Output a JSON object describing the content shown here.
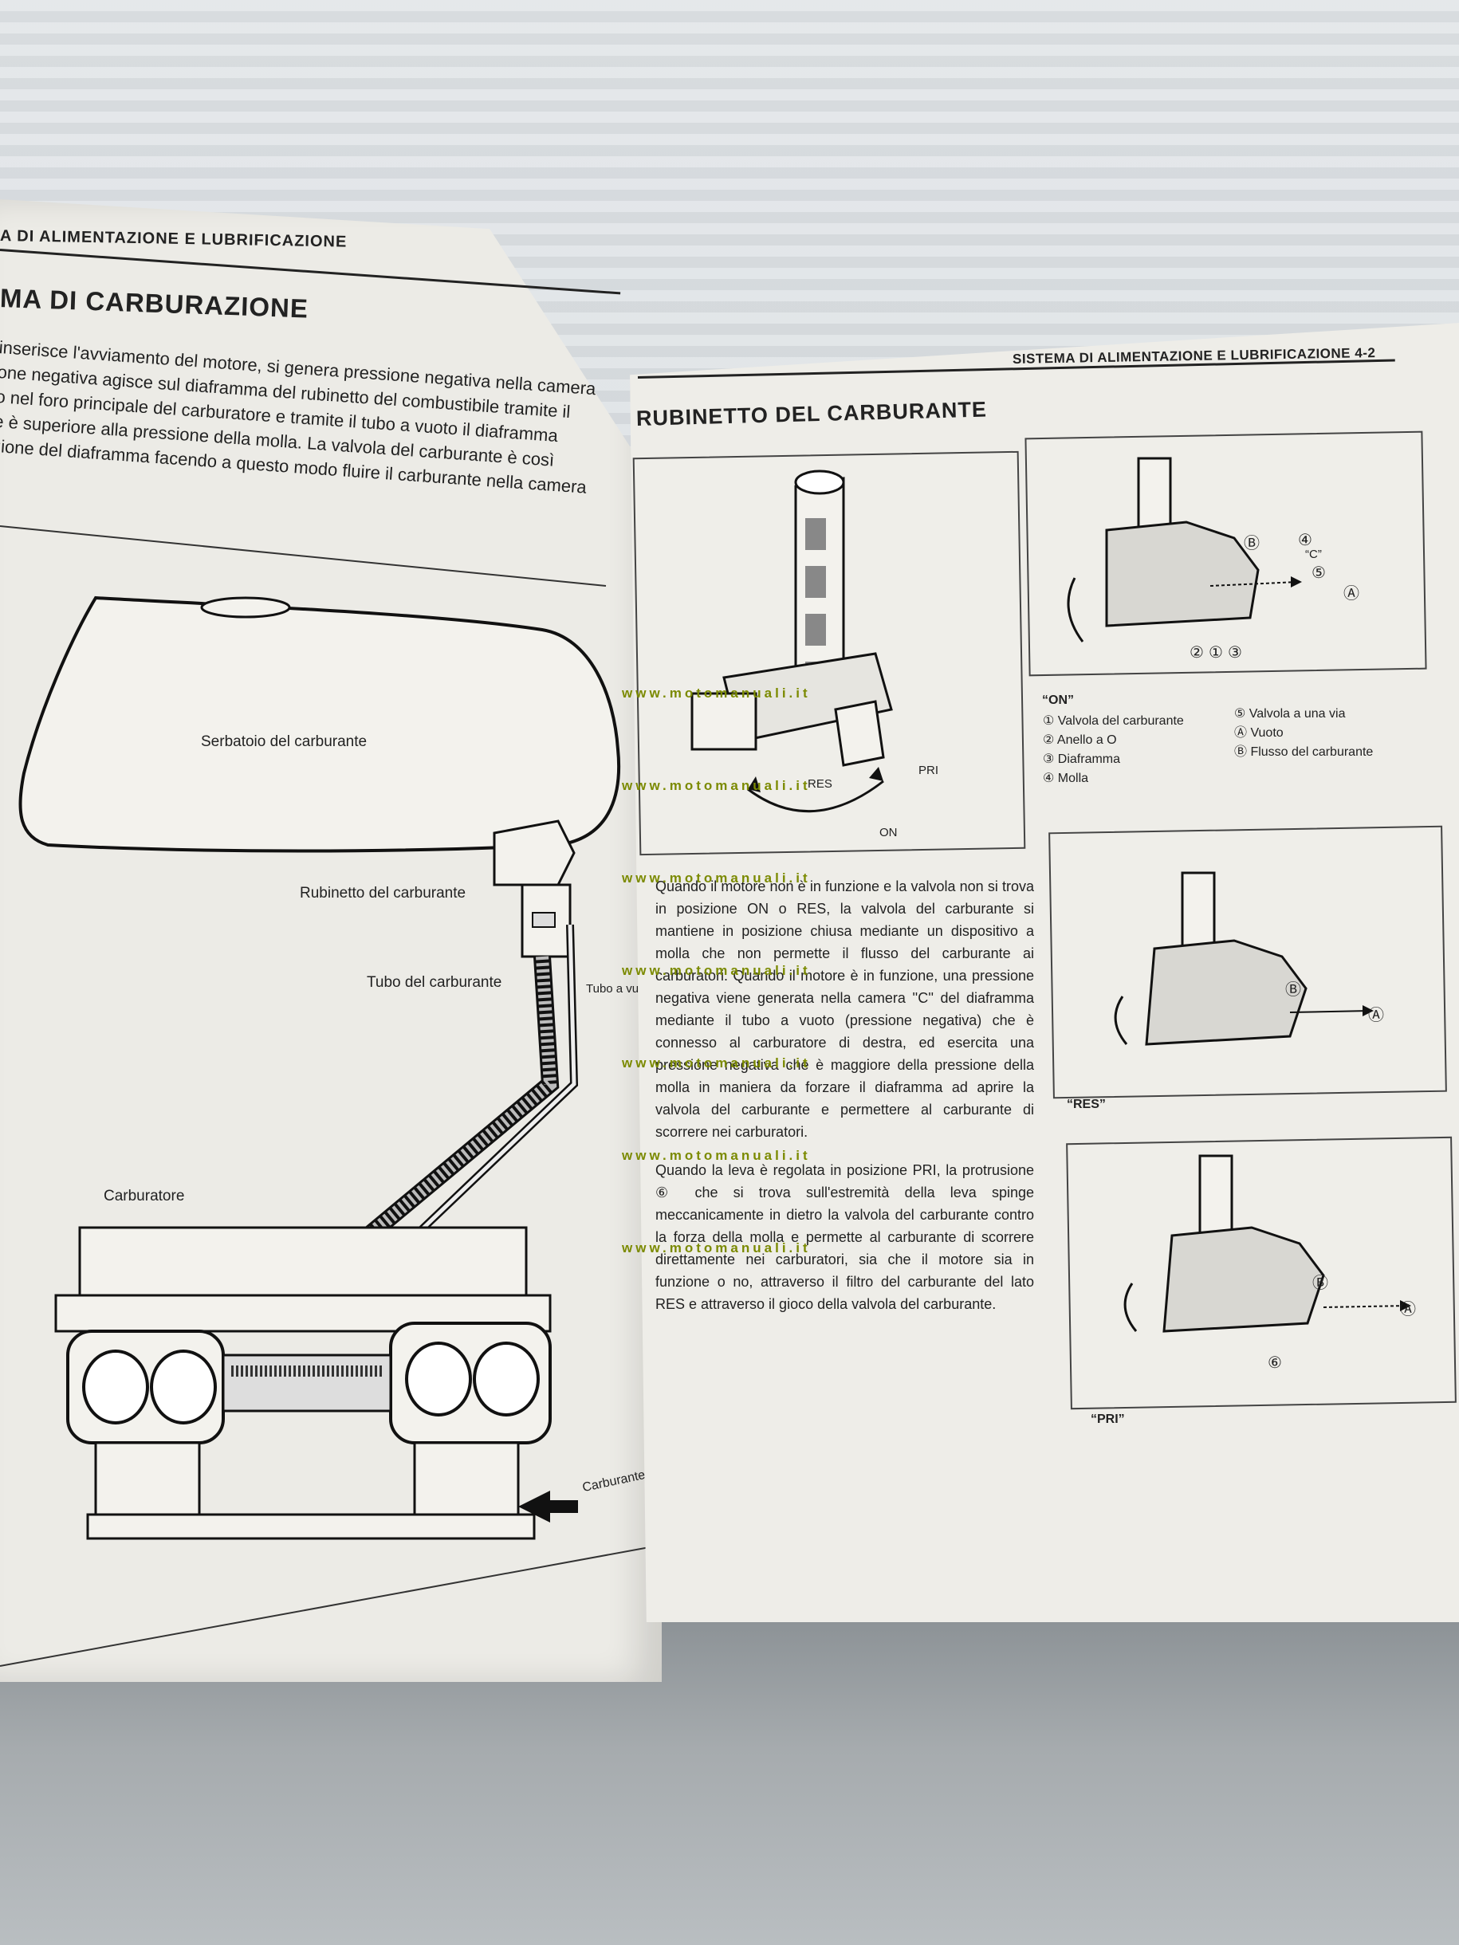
{
  "left_page": {
    "header": "A DI ALIMENTAZIONE E LUBRIFICAZIONE",
    "title": "MA DI CARBURAZIONE",
    "paragraph_lines": [
      "inserisce l'avviamento del motore, si genera pressione negativa nella camera",
      "one negativa agisce sul diaframma del rubinetto del combustibile tramite il",
      "o nel foro principale del carburatore e tramite il tubo a vuoto il diaframma",
      "e è superiore alla pressione della molla. La valvola del carburante è così",
      "zione del diaframma facendo a questo modo fluire il carburante nella camera"
    ],
    "labels": {
      "tank": "Serbatoio del carburante",
      "tap": "Rubinetto del carburante",
      "fuel_tube": "Tubo del carburante",
      "vacuum_tube": "Tubo a vuoto",
      "carburetor": "Carburatore",
      "fuel": "Carburante"
    }
  },
  "right_page": {
    "header": "SISTEMA DI ALIMENTAZIONE E LUBRIFICAZIONE  4-2",
    "title": "RUBINETTO DEL CARBURANTE",
    "tap_positions": {
      "res": "RES",
      "pri": "PRI",
      "on": "ON"
    },
    "on_caption": "“ON”",
    "res_caption": "“RES”",
    "pri_caption": "“PRI”",
    "chamber_label": "“C”",
    "legend_left": [
      "① Valvola del carburante",
      "② Anello a O",
      "③ Diaframma",
      "④ Molla"
    ],
    "legend_right": [
      "⑤ Valvola a una via",
      "Ⓐ Vuoto",
      "Ⓑ Flusso del carburante"
    ],
    "paragraph1": "Quando il motore non è in funzione e la valvola non si trova in posizione ON o RES, la valvola del carburante si mantiene in posizione chiusa mediante un dispositivo a molla che non permette il flusso del carburante ai carburatori. Quando il motore è in funzione, una pressione negativa viene generata nella camera ''C'' del diaframma mediante il tubo a vuoto (pressione negativa) che è connesso al carburatore di destra, ed esercita una pressione negativa che è maggiore della pressione della molla in maniera da forzare il diaframma ad aprire la valvola del carburante e permettere al carburante di scorrere nei carburatori.",
    "paragraph2": "Quando la leva è regolata in posizione PRI, la protrusione ⑥ che si trova sull'estremità della leva spinge meccanicamente in dietro la valvola del carburante contro la forza della molla e permette al carburante di scorrere direttamente nei carburatori, sia che il motore sia in funzione o no, attraverso il filtro del carburante del lato RES e attraverso il gioco della valvola del carburante."
  },
  "watermark": "www.motomanuali.it",
  "markers": {
    "m1": "①",
    "m2": "②",
    "m3": "③",
    "m4": "④",
    "m5": "⑤",
    "m6": "⑥",
    "mA": "Ⓐ",
    "mB": "Ⓑ"
  }
}
